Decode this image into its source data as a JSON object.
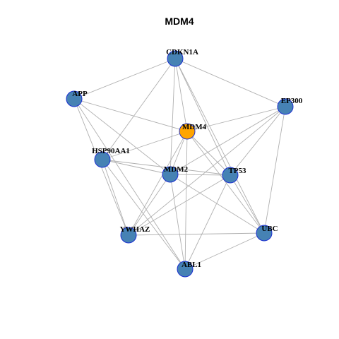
{
  "title": "MDM4",
  "colors": {
    "node_default": "#4682b4",
    "node_focus": "#ffa500",
    "node_border": "#1c2fd1",
    "edge": "#b0b0b0"
  },
  "nodes": [
    {
      "id": "CDKN1A",
      "label": "CDKN1A",
      "focus": false
    },
    {
      "id": "APP",
      "label": "APP",
      "focus": false
    },
    {
      "id": "EP300",
      "label": "EP300",
      "focus": false
    },
    {
      "id": "MDM4",
      "label": "MDM4",
      "focus": true
    },
    {
      "id": "HSP90AA1",
      "label": "HSP90AA1",
      "focus": false
    },
    {
      "id": "MDM2",
      "label": "MDM2",
      "focus": false
    },
    {
      "id": "TP53",
      "label": "TP53",
      "focus": false
    },
    {
      "id": "YWHAZ",
      "label": "YWHAZ",
      "focus": false
    },
    {
      "id": "UBC",
      "label": "UBC",
      "focus": false
    },
    {
      "id": "ABL1",
      "label": "ABL1",
      "focus": false
    }
  ],
  "edges": [
    [
      "CDKN1A",
      "APP"
    ],
    [
      "CDKN1A",
      "EP300"
    ],
    [
      "CDKN1A",
      "MDM4"
    ],
    [
      "CDKN1A",
      "HSP90AA1"
    ],
    [
      "CDKN1A",
      "MDM2"
    ],
    [
      "CDKN1A",
      "TP53"
    ],
    [
      "CDKN1A",
      "UBC"
    ],
    [
      "APP",
      "MDM4"
    ],
    [
      "APP",
      "MDM2"
    ],
    [
      "APP",
      "YWHAZ"
    ],
    [
      "APP",
      "ABL1"
    ],
    [
      "EP300",
      "MDM4"
    ],
    [
      "EP300",
      "MDM2"
    ],
    [
      "EP300",
      "TP53"
    ],
    [
      "EP300",
      "UBC"
    ],
    [
      "EP300",
      "YWHAZ"
    ],
    [
      "MDM4",
      "HSP90AA1"
    ],
    [
      "MDM4",
      "MDM2"
    ],
    [
      "MDM4",
      "TP53"
    ],
    [
      "MDM4",
      "YWHAZ"
    ],
    [
      "MDM4",
      "UBC"
    ],
    [
      "MDM4",
      "ABL1"
    ],
    [
      "HSP90AA1",
      "MDM2"
    ],
    [
      "HSP90AA1",
      "TP53"
    ],
    [
      "HSP90AA1",
      "YWHAZ"
    ],
    [
      "HSP90AA1",
      "ABL1"
    ],
    [
      "MDM2",
      "TP53"
    ],
    [
      "MDM2",
      "YWHAZ"
    ],
    [
      "MDM2",
      "UBC"
    ],
    [
      "MDM2",
      "ABL1"
    ],
    [
      "TP53",
      "YWHAZ"
    ],
    [
      "TP53",
      "UBC"
    ],
    [
      "TP53",
      "ABL1"
    ],
    [
      "YWHAZ",
      "UBC"
    ],
    [
      "UBC",
      "ABL1"
    ]
  ]
}
